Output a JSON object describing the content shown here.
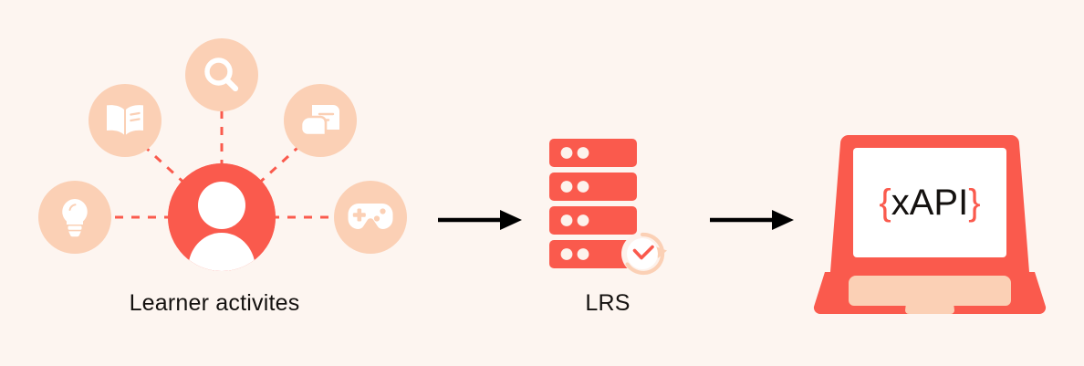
{
  "diagram": {
    "title": "xAPI data flow: Learner activities to LRS to xAPI client",
    "background_color": "#FDF5F0",
    "accent_coral": "#FA5A4D",
    "accent_peach": "#FBD0B5",
    "text_color": "#14110F",
    "arrow_color": "#000000"
  },
  "learner": {
    "label": "Learner activites",
    "center_icon": "person-avatar-icon",
    "activities": [
      {
        "id": "book",
        "icon": "open-book-icon",
        "name": "Reading"
      },
      {
        "id": "search",
        "icon": "magnifying-glass-icon",
        "name": "Searching"
      },
      {
        "id": "chat",
        "icon": "chat-bubbles-icon",
        "name": "Discussion"
      },
      {
        "id": "bulb",
        "icon": "lightbulb-icon",
        "name": "Ideas"
      },
      {
        "id": "gamepad",
        "icon": "game-controller-icon",
        "name": "Gamified learning"
      }
    ]
  },
  "flow": {
    "arrow_one": "arrow-right-icon",
    "arrow_two": "arrow-right-icon"
  },
  "lrs": {
    "label": "LRS",
    "icon": "server-stack-icon",
    "badge_icon": "clock-refresh-icon",
    "rack_count": 4,
    "dots_per_rack": 2
  },
  "client": {
    "icon": "laptop-icon",
    "screen_text": "xAPI",
    "brace_open": "{",
    "brace_close": "}"
  }
}
